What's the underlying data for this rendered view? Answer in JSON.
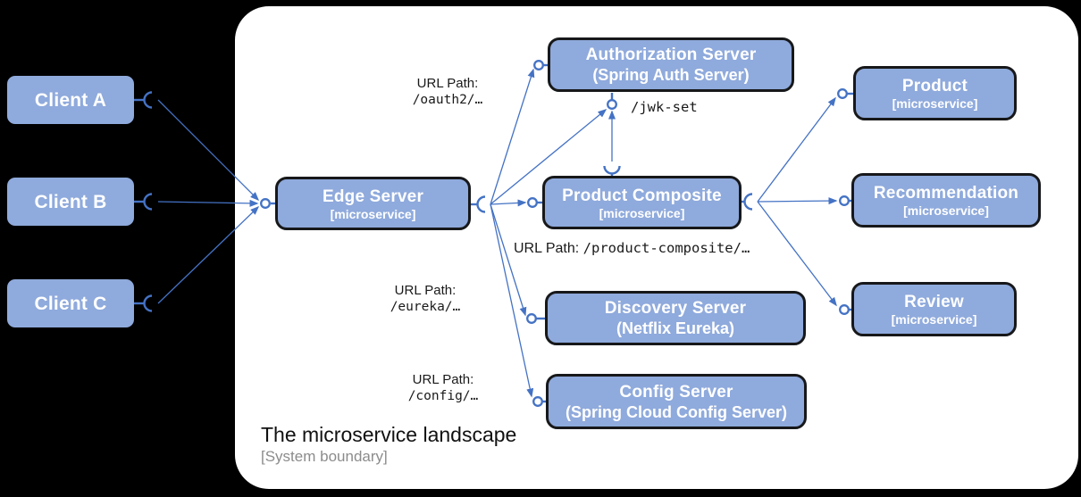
{
  "footer": {
    "title": "The microservice landscape",
    "subtitle": "[System boundary]"
  },
  "nodes": {
    "client_a": {
      "label": "Client A"
    },
    "client_b": {
      "label": "Client B"
    },
    "client_c": {
      "label": "Client C"
    },
    "edge": {
      "title": "Edge Server",
      "subtitle": "[microservice]"
    },
    "auth": {
      "title": "Authorization Server",
      "subtitle": "(Spring Auth Server)"
    },
    "composite": {
      "title": "Product Composite",
      "subtitle": "[microservice]"
    },
    "discovery": {
      "title": "Discovery Server",
      "subtitle": "(Netflix Eureka)"
    },
    "config": {
      "title": "Config Server",
      "subtitle": "(Spring Cloud Config Server)"
    },
    "product": {
      "title": "Product",
      "subtitle": "[microservice]"
    },
    "recommendation": {
      "title": "Recommendation",
      "subtitle": "[microservice]"
    },
    "review": {
      "title": "Review",
      "subtitle": "[microservice]"
    }
  },
  "url_labels": {
    "oauth": {
      "prefix": "URL Path:",
      "path": "/oauth2/…"
    },
    "jwk": {
      "path": "/jwk-set"
    },
    "composite": {
      "prefix": "URL Path:",
      "path": "/product-composite/…"
    },
    "eureka": {
      "prefix": "URL Path:",
      "path": "/eureka/…"
    },
    "config": {
      "prefix": "URL Path:",
      "path": "/config/…"
    }
  },
  "icons": {
    "provided_interface": "ball-icon",
    "required_interface": "socket-icon",
    "dependency": "arrow-icon"
  },
  "colors": {
    "background": "#000000",
    "boundary_fill": "#FFFFFF",
    "node_fill": "#8FAADC",
    "node_border": "#17181A",
    "node_text": "#FFFFFF",
    "connector": "#4472C4",
    "label_text": "#1A1A1A",
    "footer_subtitle": "#8C8C8C"
  }
}
